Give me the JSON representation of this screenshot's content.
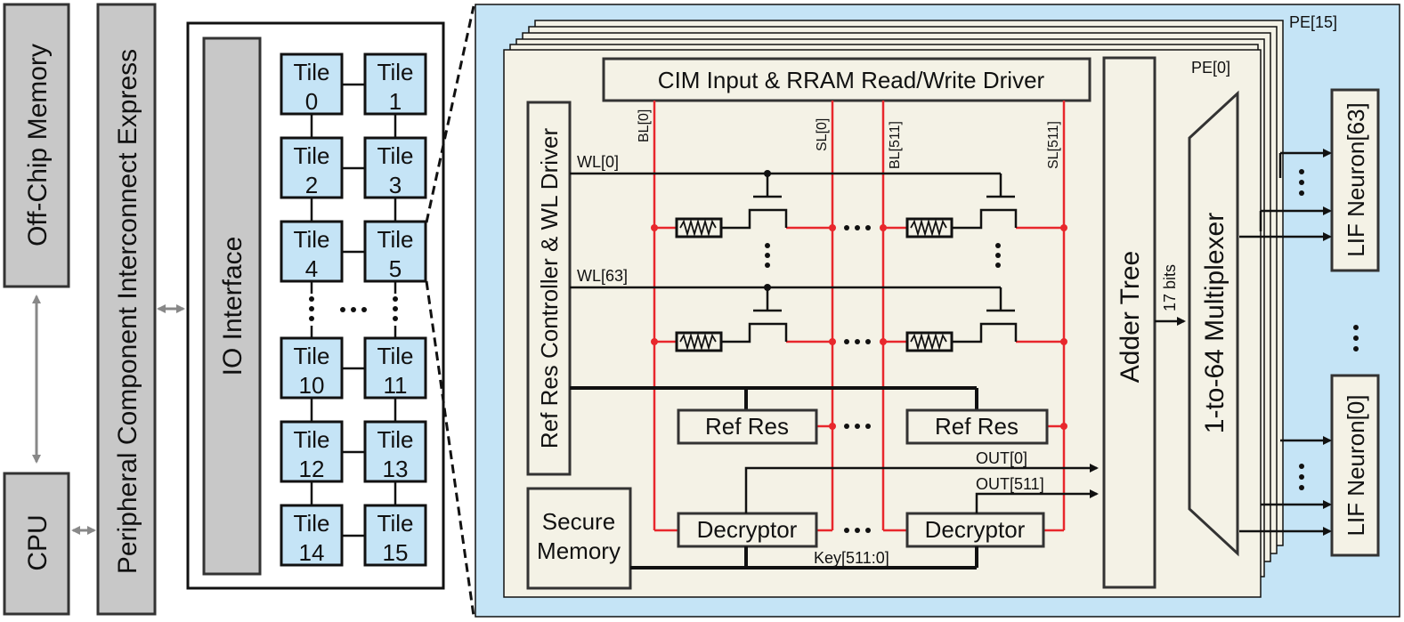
{
  "host": {
    "off_chip_memory": "Off-Chip Memory",
    "cpu": "CPU",
    "pcie": "Peripheral Component Interconnect Express"
  },
  "chip": {
    "io_interface": "IO Interface",
    "tile_word": "Tile",
    "tile_rows": [
      [
        "0",
        "1"
      ],
      [
        "2",
        "3"
      ],
      [
        "4",
        "5"
      ],
      [
        "10",
        "11"
      ],
      [
        "12",
        "13"
      ],
      [
        "14",
        "15"
      ]
    ],
    "ellipsis": "⋮",
    "ellipsis_h": "•••"
  },
  "pe": {
    "top_label": "PE[15]",
    "front_label": "PE[0]",
    "cim_driver": "CIM Input & RRAM Read/Write Driver",
    "ref_res_controller": "Ref Res Controller & WL Driver",
    "wordlines": [
      "WL[0]",
      "WL[63]"
    ],
    "bitlines": [
      "BL[0]",
      "SL[0]",
      "BL[511]",
      "SL[511]"
    ],
    "ref_res": "Ref Res",
    "decryptor": "Decryptor",
    "secure_memory": [
      "Secure",
      "Memory"
    ],
    "key": "Key[511:0]",
    "outputs": [
      "OUT[0]",
      "OUT[511]"
    ],
    "adder_tree": "Adder Tree",
    "bits": "17 bits",
    "multiplexer": "1-to-64 Multiplexer",
    "neurons": [
      "LIF Neuron[63]",
      "LIF Neuron[0]"
    ]
  },
  "colors": {
    "tile_fill": "#c5e4f6",
    "pe_background": "#c5e4f6",
    "pe_fill": "#f4f2e6",
    "host_block": "#c8c8c8",
    "red_line": "#e8272c"
  }
}
